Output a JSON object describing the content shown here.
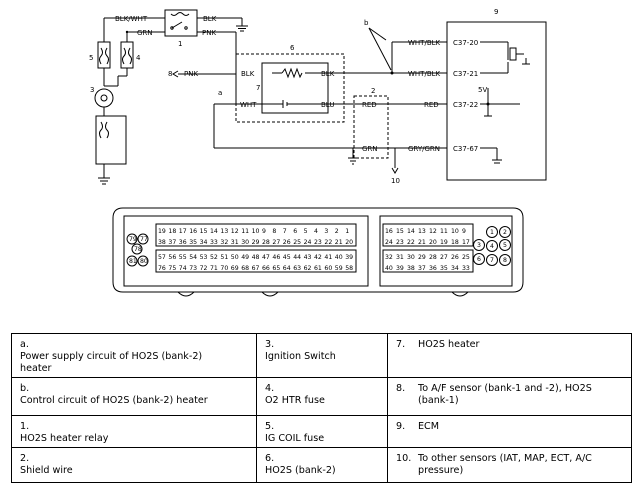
{
  "wires": {
    "blk_wht": "BLK/WHT",
    "blk": "BLK",
    "grn": "GRN",
    "pnk": "PNK",
    "wht": "WHT",
    "blu": "BLU",
    "red": "RED",
    "wht_blk": "WHT/BLK",
    "gry_grn": "GRY/GRN"
  },
  "terminals": {
    "c37_20": "C37-20",
    "c37_21": "C37-21",
    "c37_22": "C37-22",
    "c37_67": "C37-67",
    "v5": "5V"
  },
  "callouts": [
    "9",
    "b",
    "1",
    "5",
    "4",
    "6",
    "8",
    "7",
    "a",
    "3",
    "2",
    "10"
  ],
  "connector_left": {
    "rows": [
      [
        "19",
        "18",
        "17",
        "16",
        "15",
        "14",
        "13",
        "12",
        "11",
        "10",
        "9",
        "8",
        "7",
        "6",
        "5",
        "4",
        "3",
        "2",
        "1"
      ],
      [
        "38",
        "37",
        "36",
        "35",
        "34",
        "33",
        "32",
        "31",
        "30",
        "29",
        "28",
        "27",
        "26",
        "25",
        "24",
        "23",
        "22",
        "21",
        "20"
      ],
      [
        "57",
        "56",
        "55",
        "54",
        "53",
        "52",
        "51",
        "50",
        "49",
        "48",
        "47",
        "46",
        "45",
        "44",
        "43",
        "42",
        "41",
        "40",
        "39"
      ],
      [
        "76",
        "75",
        "74",
        "73",
        "72",
        "71",
        "70",
        "69",
        "68",
        "67",
        "66",
        "65",
        "64",
        "63",
        "62",
        "61",
        "60",
        "59",
        "58"
      ]
    ],
    "side_pins": [
      "79",
      "77",
      "78",
      "81",
      "80"
    ]
  },
  "connector_right": {
    "rows": [
      [
        "16",
        "15",
        "14",
        "13",
        "12",
        "11",
        "10",
        "9"
      ],
      [
        "24",
        "23",
        "22",
        "21",
        "20",
        "19",
        "18",
        "17"
      ],
      [
        "32",
        "31",
        "30",
        "29",
        "28",
        "27",
        "26",
        "25"
      ],
      [
        "40",
        "39",
        "38",
        "37",
        "36",
        "35",
        "34",
        "33"
      ]
    ],
    "side_pins": [
      "1",
      "2",
      "3",
      "4",
      "5",
      "6",
      "7",
      "8"
    ]
  },
  "legend": [
    [
      {
        "key": "a.",
        "text": "Power supply circuit of HO2S (bank-2) heater"
      },
      {
        "key": "3.",
        "text": "Ignition Switch"
      },
      {
        "key": "7.",
        "text": "HO2S heater"
      }
    ],
    [
      {
        "key": "b.",
        "text": "Control circuit of HO2S (bank-2) heater"
      },
      {
        "key": "4.",
        "text": "O2 HTR fuse"
      },
      {
        "key": "8.",
        "text": "To A/F sensor (bank-1 and -2), HO2S (bank-1)"
      }
    ],
    [
      {
        "key": "1.",
        "text": "HO2S heater relay"
      },
      {
        "key": "5.",
        "text": "IG COIL fuse"
      },
      {
        "key": "9.",
        "text": "ECM"
      }
    ],
    [
      {
        "key": "2.",
        "text": "Shield wire"
      },
      {
        "key": "6.",
        "text": "HO2S (bank-2)"
      },
      {
        "key": "10.",
        "text": "To other sensors (IAT, MAP, ECT, A/C pressure)"
      }
    ]
  ]
}
